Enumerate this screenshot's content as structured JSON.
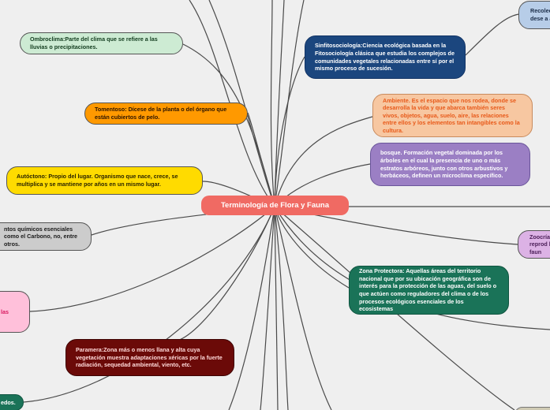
{
  "center": {
    "label": "Terminología de Flora y Fauna"
  },
  "nodes": {
    "recolectores": "Recolec y dese a área",
    "ombroclima": "Ombroclima:Parte del clima que se refiere a las lluvias o precipitaciones.",
    "sinfitosociologia": "Sinfitosociología:Ciencia ecológica basada en la Fitosociología clásica que estudia los complejos de comunidades vegetales relacionadas entre sí por el mismo proceso de sucesión.",
    "tomentoso": "Tomentoso: Dícese de la planta o del órgano que están cubiertos de pelo.",
    "ambiente": "Ambiente. Es el espacio que nos rodea, donde se desarrolla la vida y que abarca también seres vivos, objetos, agua, suelo, aire, las relaciones entre ellos y los elementos tan intangibles como la cultura.",
    "bosque": "bosque. Formación vegetal dominada por los árboles en el cual la presencia de uno o más estratos arbóreos, junto con otros arbustivos y herbáceos, definen un microclima específico.",
    "autoctono": "Autóctono: Propio del lugar. Organismo que nace, crece, se multiplica y se mantiene por años en un mismo lugar.",
    "elementos": "ntos químicos esenciales como el Carbono, no, entre otros.",
    "zoocria": "Zoocría reprod la faun",
    "zona_protectora": "Zona Protectora: Aquellas áreas del territorio nacional que por su ubicación geográfica son de interés para la protección de las aguas, del suelo o que actúen como reguladores del clima o de los procesos ecológicos esenciales de los ecosistemas",
    "pink": "las",
    "paramera": "Paramera:Zona más o menos llana y alta cuya vegetación muestra adaptaciones xéricas por la fuerte radiación, sequedad ambiental, viento, etc.",
    "bottom_green": "edos."
  },
  "colors": {
    "recolectores": "#b7cde8",
    "ombroclima": "#cdebd3",
    "sinfitosociologia": "#1b467e",
    "tomentoso": "#ff9900",
    "ambiente": "#f7c7a1",
    "bosque": "#9b7fc4",
    "autoctono": "#ffdb00",
    "elementos": "#cccccc",
    "zoocria": "#dcb2e5",
    "zona_protectora": "#1a7358",
    "pink": "#ffc0da",
    "paramera": "#6b0a08",
    "bottom_green": "#1a7358",
    "center": "#f06a63"
  }
}
